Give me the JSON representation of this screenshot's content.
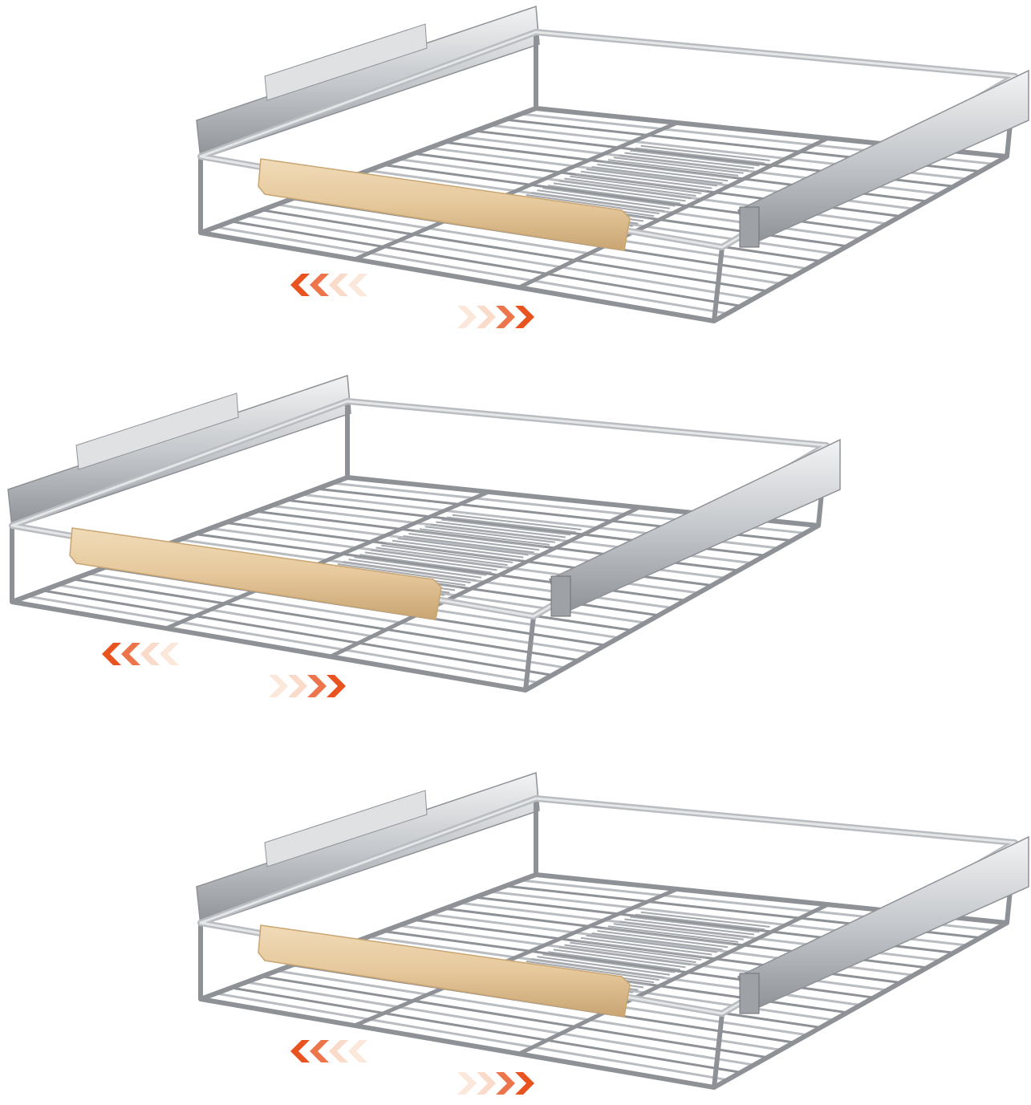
{
  "product": {
    "views": [
      {
        "id": "view-retracted-top",
        "state": "closed"
      },
      {
        "id": "view-extended",
        "state": "extended"
      },
      {
        "id": "view-retracted-bottom",
        "state": "closed"
      }
    ],
    "arrows": {
      "left": "chevrons-left",
      "right": "chevrons-right",
      "count_each": 4
    }
  },
  "colors": {
    "background": "#ffffff",
    "chrome": "#b9bcc0",
    "chrome_dark": "#8e9297",
    "chrome_light": "#e4e6e8",
    "wood": "#e6c89c",
    "wood_dark": "#c9a572",
    "arrow_strong": "#e8531f",
    "arrow_faded": "#f7c3a6"
  }
}
